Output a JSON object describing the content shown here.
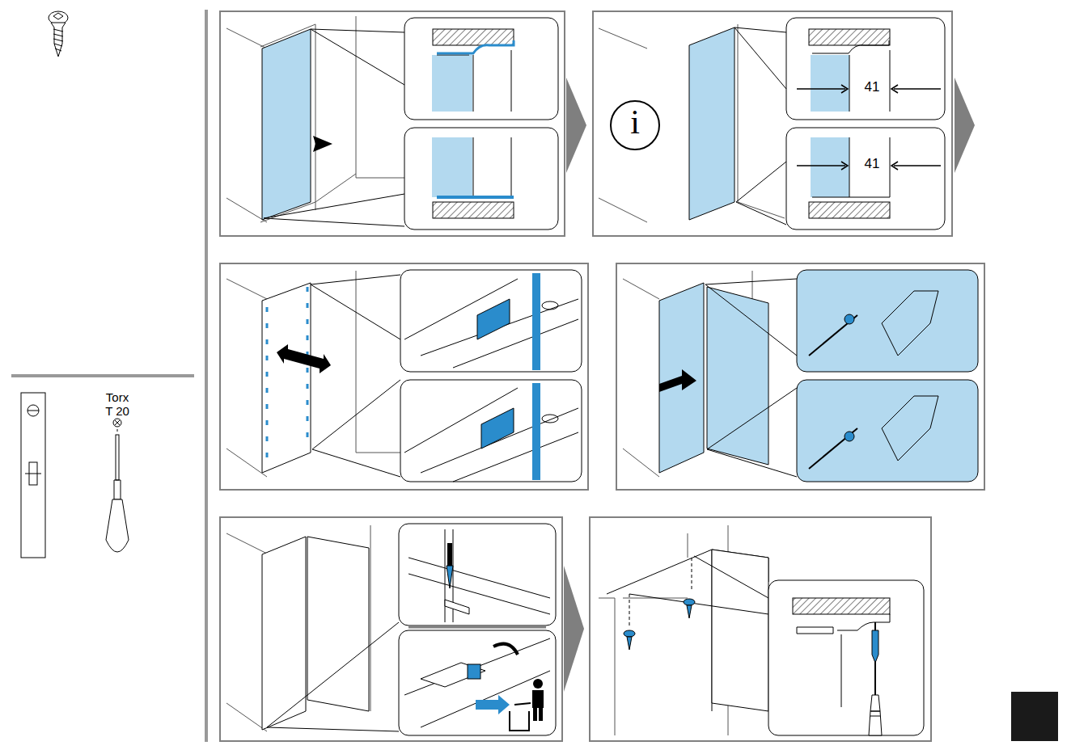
{
  "diagram": {
    "labels": [
      "i",
      "41",
      "41",
      "Torx T 20"
    ]
  }
}
